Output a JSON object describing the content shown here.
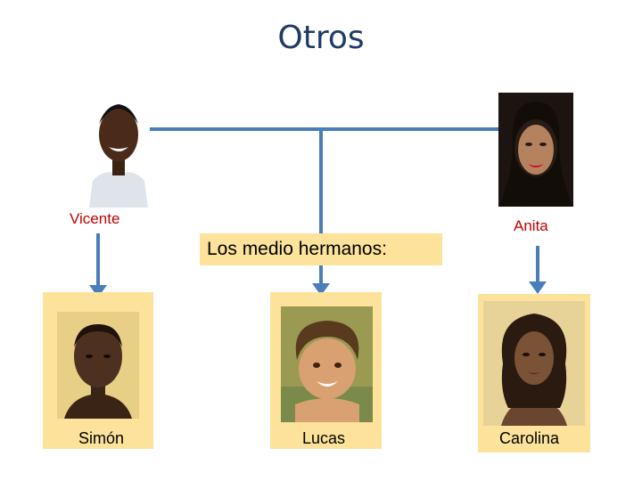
{
  "title": "Otros",
  "parents": {
    "father": {
      "name": "Vicente"
    },
    "mother": {
      "name": "Anita"
    }
  },
  "half_siblings_label": "Los medio hermanos:",
  "children": [
    {
      "name": "Simón"
    },
    {
      "name": "Lucas"
    },
    {
      "name": "Carolina"
    }
  ],
  "colors": {
    "title": "#1f3b63",
    "connector": "#4a7ebb",
    "card": "#fce29a",
    "parent_name": "#c00000"
  }
}
